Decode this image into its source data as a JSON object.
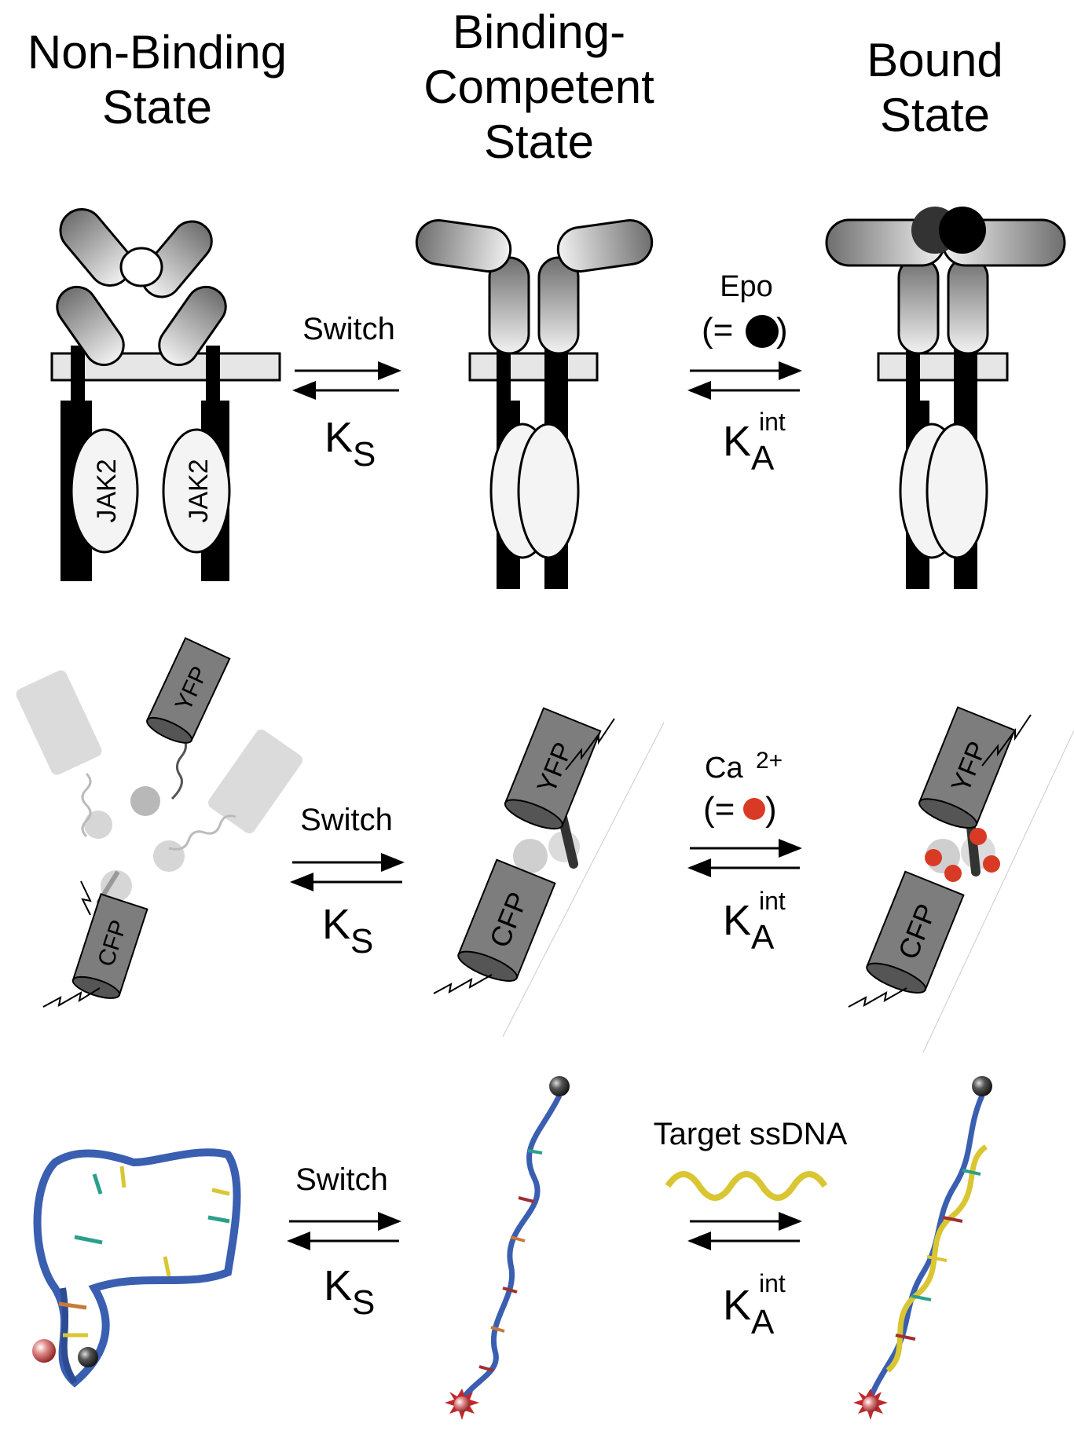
{
  "headers": {
    "non_binding": [
      "Non-Binding",
      "State"
    ],
    "competent": [
      "Binding-",
      "Competent",
      "State"
    ],
    "bound": [
      "Bound",
      "State"
    ]
  },
  "row1": {
    "switch_label": "Switch",
    "ks_main": "K",
    "ks_sub": "S",
    "ligand_name": "Epo",
    "ligand_eq_open": "(=",
    "ligand_eq_close": ")",
    "ka_main": "K",
    "ka_sub": "A",
    "ka_sup": "int",
    "jak_label": "JAK2"
  },
  "row2": {
    "switch_label": "Switch",
    "ks_main": "K",
    "ks_sub": "S",
    "ligand_name": "Ca",
    "ligand_charge": "2+",
    "ligand_eq_open": "(=",
    "ligand_eq_close": ")",
    "ka_main": "K",
    "ka_sub": "A",
    "ka_sup": "int",
    "yfp_label": "YFP",
    "cfp_label": "CFP"
  },
  "row3": {
    "switch_label": "Switch",
    "ks_main": "K",
    "ks_sub": "S",
    "ligand_name": "Target ssDNA",
    "ka_main": "K",
    "ka_sub": "A",
    "ka_sup": "int"
  },
  "colors": {
    "calcium": "#d93a26",
    "dna_backbone": "#3a5fb0",
    "target_strand": "#d9c632",
    "fluorophore": "#c53a3a",
    "quencher": "#3a3a3a"
  }
}
